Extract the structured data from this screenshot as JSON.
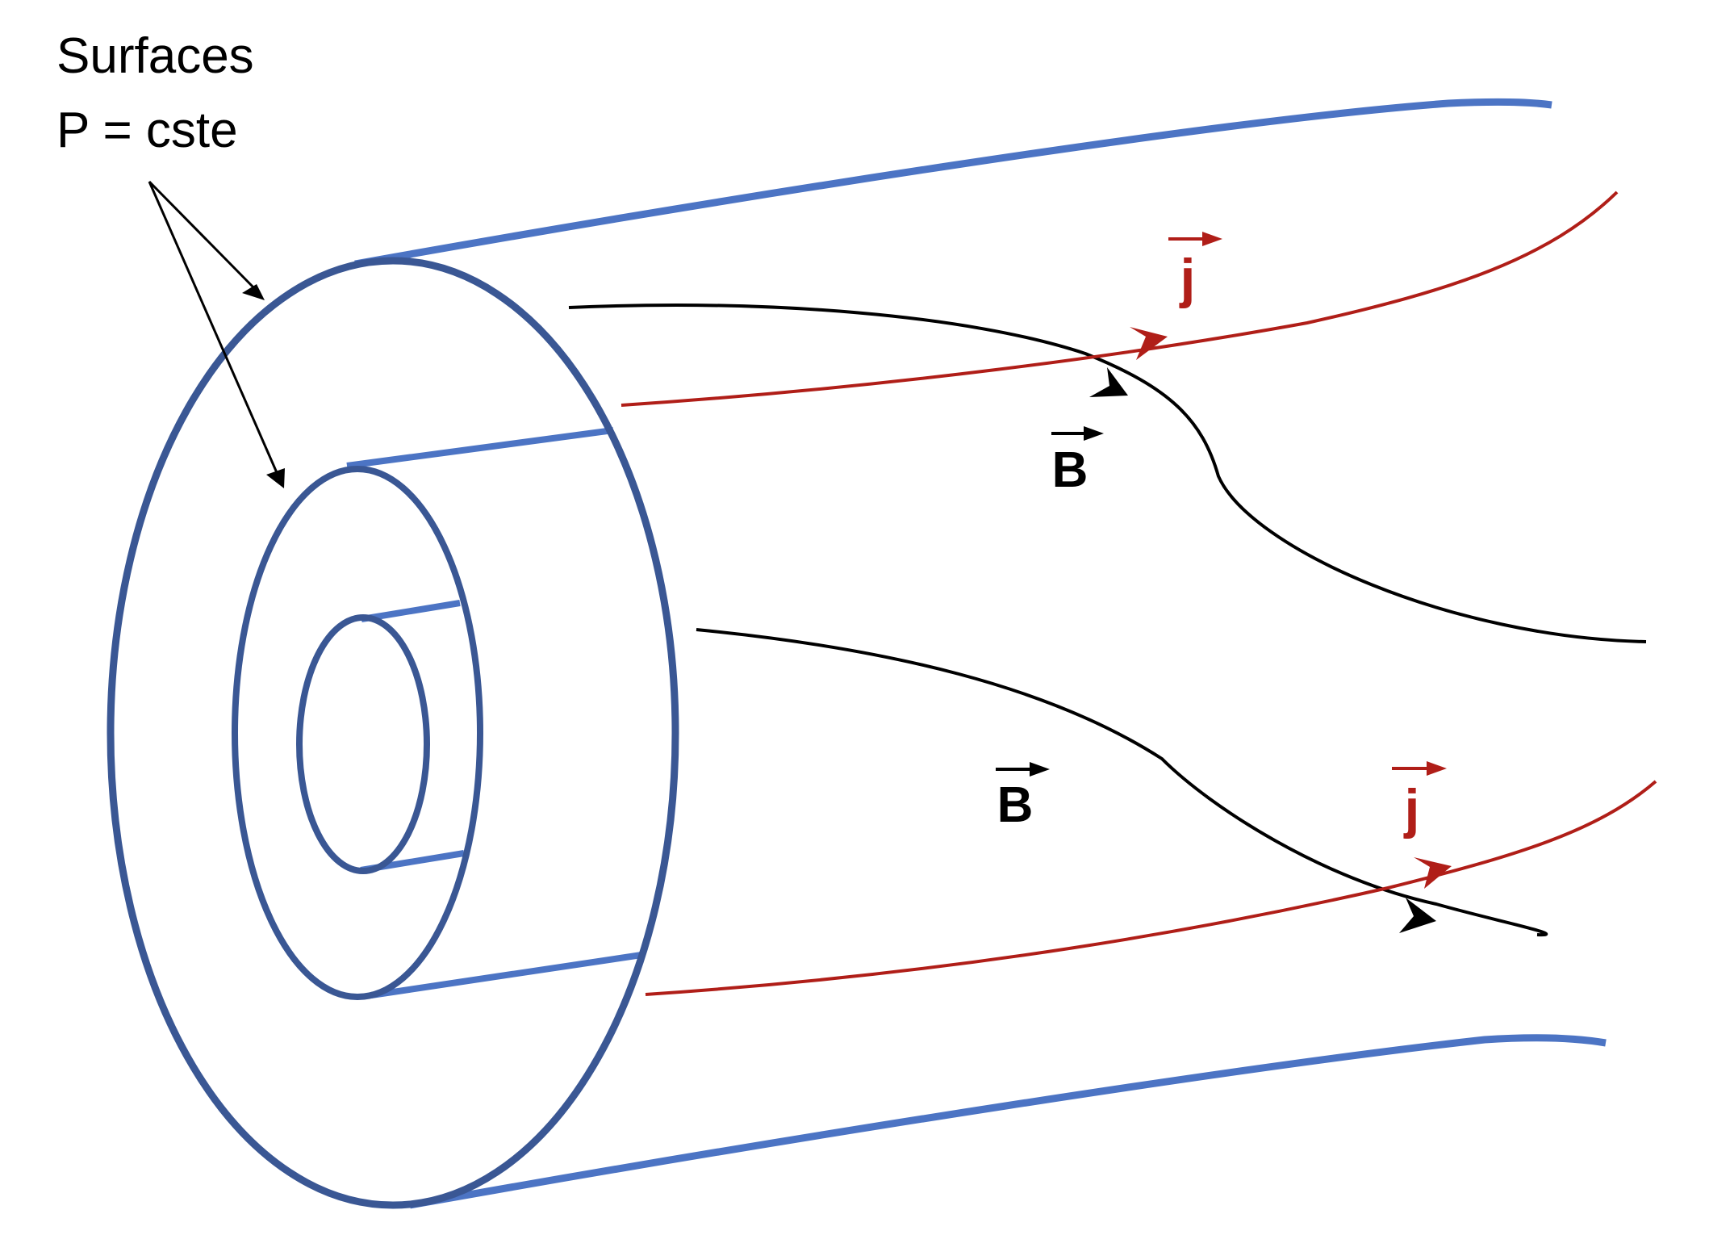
{
  "caption": {
    "line1": "Surfaces",
    "line2": "P = cste"
  },
  "vectors": {
    "current_symbol": "j",
    "field_symbol": "B"
  },
  "colors": {
    "surface_edge": "#3A5794",
    "surface_line": "#4C74C4",
    "current": "#B01E18",
    "field": "#000000",
    "pointer": "#000000"
  }
}
